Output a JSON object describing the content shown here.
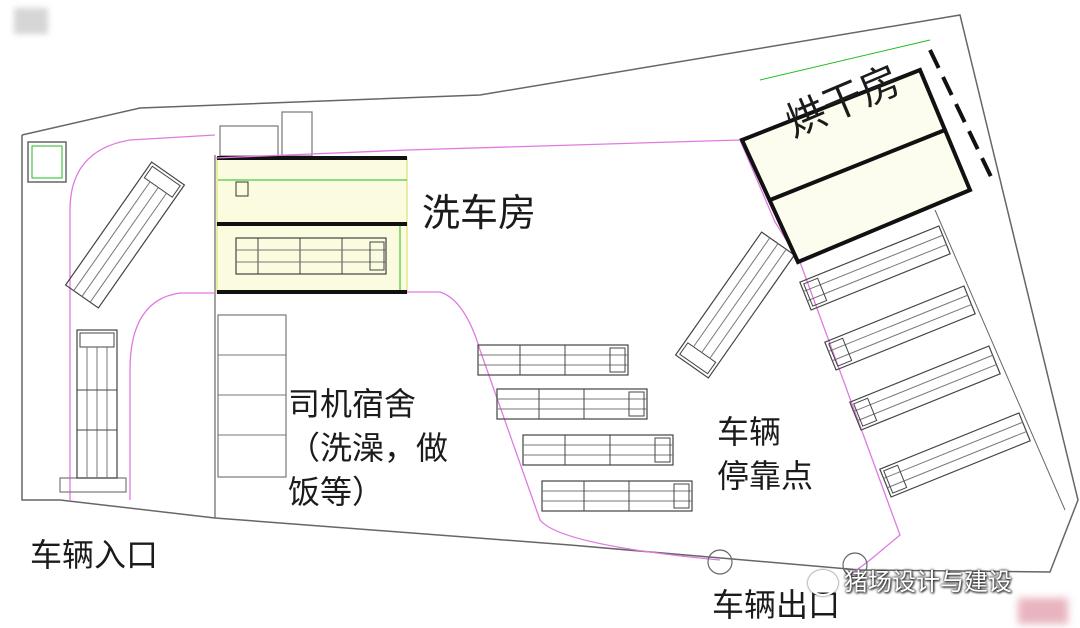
{
  "labels": {
    "wash_room": "洗车房",
    "drying_room": "烘干房",
    "dorm_line1": "司机宿舍",
    "dorm_line2": "（洗澡，做",
    "dorm_line3": "饭等）",
    "parking_line1": "车辆",
    "parking_line2": "停靠点",
    "entrance": "车辆入口",
    "exit": "车辆出口"
  },
  "watermark": "猪场设计与建设",
  "colors": {
    "walls": "#555555",
    "route": "#e07ae0",
    "dimension": "#22bb22",
    "room_highlight": "#f4f4a0",
    "dark_wall": "#111111"
  }
}
